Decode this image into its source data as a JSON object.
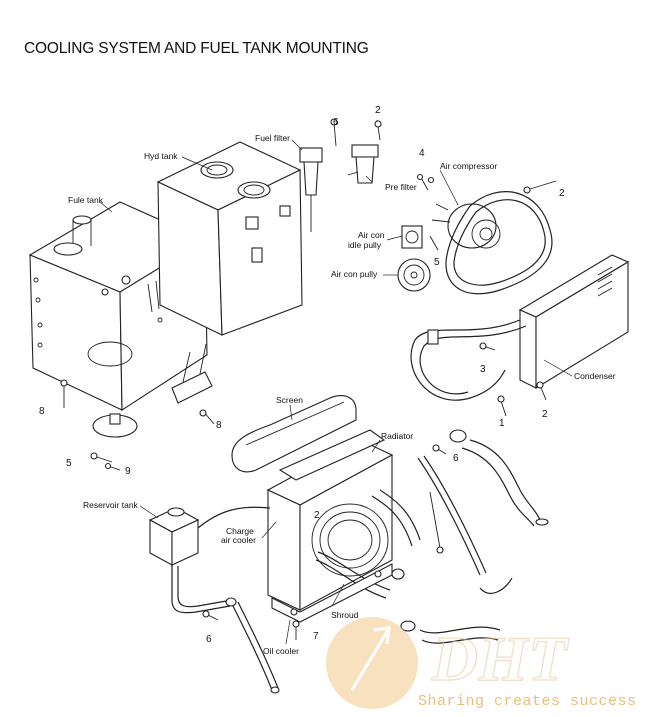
{
  "title": "COOLING SYSTEM AND FUEL TANK MOUNTING",
  "labels": {
    "fuel_filter": "Fuel filter",
    "hyd_tank": "Hyd tank",
    "pre_filter": "Pre filter",
    "fule_tank": "Fule tank",
    "air_compressor": "Air compressor",
    "air_con_idle_pully_1": "Air con",
    "air_con_idle_pully_2": "idle pully",
    "air_con_pully": "Air con pully",
    "condenser": "Condenser",
    "screen": "Screen",
    "radiator": "Radiator",
    "reservoir_tank": "Reservoir tank",
    "charge_air_cooler_1": "Charge",
    "charge_air_cooler_2": "air cooler",
    "shroud": "Shroud",
    "oil_cooler": "Oil cooler"
  },
  "callouts": {
    "n6_fuel": "6",
    "n2_prefilter": "2",
    "n4": "4",
    "n5_idle": "5",
    "n2_compressor": "2",
    "n3": "3",
    "n1": "1",
    "n2_condenser": "2",
    "n8_left": "8",
    "n8_right": "8",
    "n5_tank": "5",
    "n9": "9",
    "n6_radiator": "6",
    "n2_screen": "2",
    "n6_bottom": "6",
    "n7": "7"
  },
  "watermark": {
    "logo": "DHT",
    "slogan": "Sharing creates success"
  },
  "colors": {
    "line": "#222222",
    "watermark": "#e8c07a"
  }
}
